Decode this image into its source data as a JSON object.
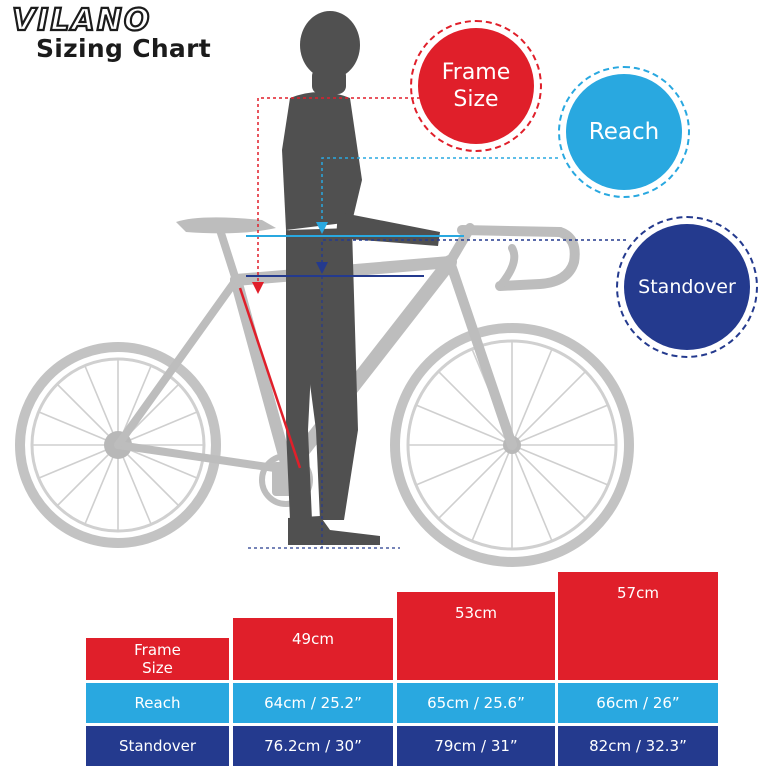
{
  "brand": {
    "logo_text": "VILANO",
    "subtitle": "Sizing Chart"
  },
  "bubbles": {
    "frame_size": {
      "line1": "Frame",
      "line2": "Size",
      "color": "#e01f2a"
    },
    "reach": {
      "label": "Reach",
      "color": "#29a8e0"
    },
    "standover": {
      "label": "Standover",
      "color": "#243a8e"
    }
  },
  "table": {
    "row_labels": {
      "frame_line1": "Frame",
      "frame_line2": "Size",
      "reach": "Reach",
      "standover": "Standover"
    },
    "sizes": [
      {
        "frame": "49cm",
        "reach": "64cm / 25.2”",
        "standover": "76.2cm / 30”"
      },
      {
        "frame": "53cm",
        "reach": "65cm / 25.6”",
        "standover": "79cm / 31”"
      },
      {
        "frame": "57cm",
        "reach": "66cm / 26”",
        "standover": "82cm / 32.3”"
      }
    ],
    "colors": {
      "frame": "#e01f2a",
      "reach": "#29a8e0",
      "standover": "#243a8e"
    }
  }
}
